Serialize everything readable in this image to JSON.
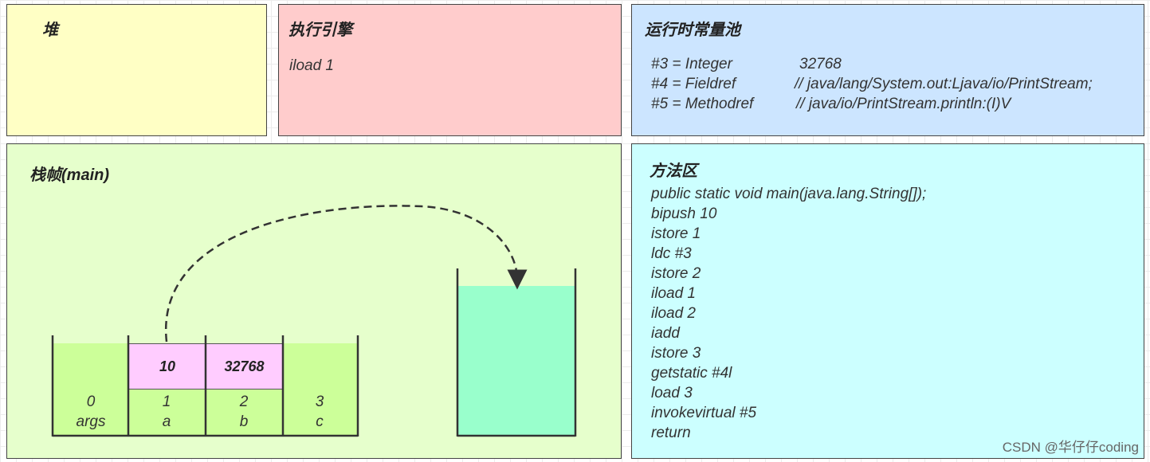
{
  "heap": {
    "title": "堆"
  },
  "engine": {
    "title": "执行引擎",
    "current_instruction": "iload 1"
  },
  "constant_pool": {
    "title": "运行时常量池",
    "entries": [
      {
        "ref": "#3 = Integer",
        "value": "32768"
      },
      {
        "ref": "#4 = Fieldref",
        "value": "// java/lang/System.out:Ljava/io/PrintStream;"
      },
      {
        "ref": "#5 = Methodref",
        "value": "// java/io/PrintStream.println:(I)V"
      }
    ]
  },
  "stack_frame": {
    "title": "栈帧(main)",
    "local_variables": [
      {
        "index": "0",
        "name": "args",
        "value": ""
      },
      {
        "index": "1",
        "name": "a",
        "value": "10"
      },
      {
        "index": "2",
        "name": "b",
        "value": "32768"
      },
      {
        "index": "3",
        "name": "c",
        "value": ""
      }
    ],
    "operand_stack": []
  },
  "method_area": {
    "title": "方法区",
    "instructions": [
      "public static void main(java.lang.String[]);",
      "bipush 10",
      "istore 1",
      "ldc #3",
      "istore 2",
      "iload 1",
      "iload 2",
      "iadd",
      "istore 3",
      "getstatic #4l",
      "load 3",
      "invokevirtual #5",
      "return"
    ]
  },
  "watermark": "CSDN @华仔仔coding",
  "colors": {
    "heap_bg": "#ffffc5",
    "engine_bg": "#ffcccc",
    "pool_bg": "#cce5ff",
    "frame_bg": "#e6ffcc",
    "method_bg": "#ccffff",
    "local_var_fill": "#ccff99",
    "value_cell": "#ffccff",
    "operand_stack_fill": "#99ffcc"
  }
}
